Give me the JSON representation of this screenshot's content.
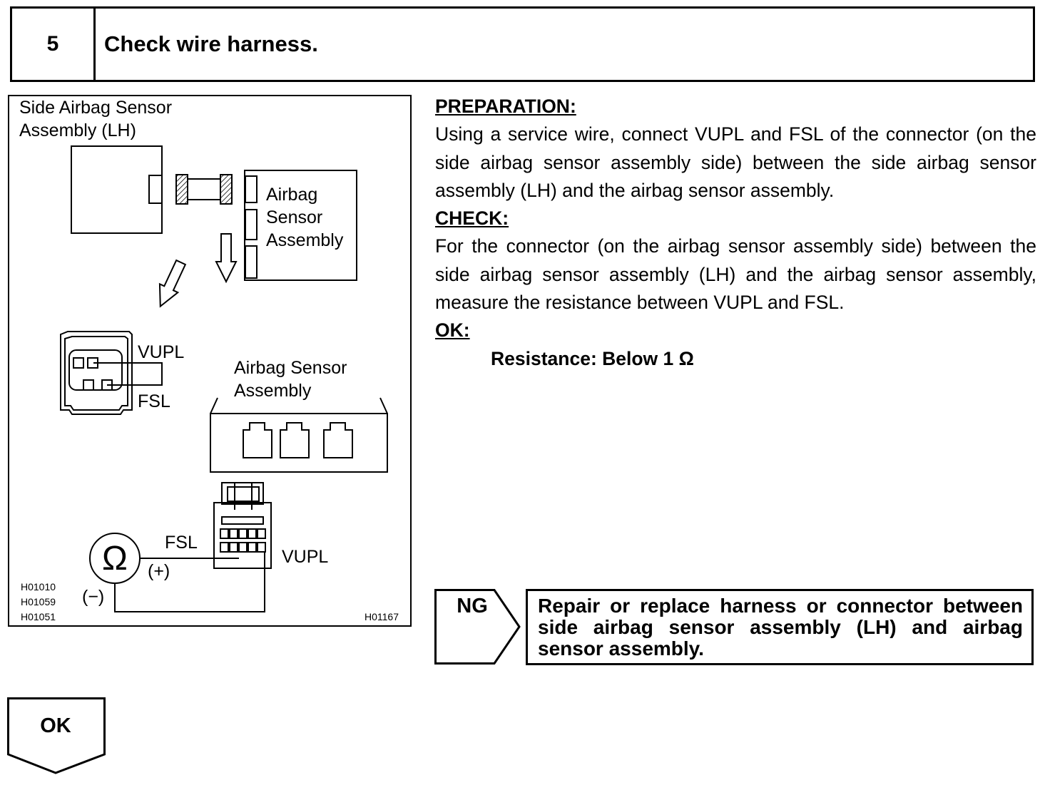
{
  "step": {
    "number": "5",
    "title": "Check wire harness."
  },
  "diagram": {
    "side_sensor_label_line1": "Side Airbag Sensor",
    "side_sensor_label_line2": "Assembly (LH)",
    "airbag_sensor_label_line1": "Airbag",
    "airbag_sensor_label_line2": "Sensor",
    "airbag_sensor_label_line3": "Assembly",
    "vupl_label": "VUPL",
    "fsl_label": "FSL",
    "lower_sensor_label_line1": "Airbag Sensor",
    "lower_sensor_label_line2": "Assembly",
    "meter_fsl_label": "FSL",
    "meter_vupl_label": "VUPL",
    "plus_label": "(+)",
    "minus_label": "(−)",
    "ohm_symbol": "Ω",
    "figure_codes": [
      "H01010",
      "H01059",
      "H01051"
    ],
    "figure_code_right": "H01167"
  },
  "instructions": {
    "preparation_heading": "PREPARATION:",
    "preparation_text": "Using a service wire, connect VUPL and FSL of the connector (on the side airbag sensor assembly side) between the side airbag sensor assembly (LH) and the airbag sensor assembly.",
    "check_heading": "CHECK:",
    "check_text": "For the connector (on the airbag sensor assembly side) between the side airbag sensor assembly (LH) and the airbag sensor assembly, measure the resistance between VUPL and FSL.",
    "ok_heading": "OK:",
    "ok_result": "Resistance: Below 1 Ω"
  },
  "ng": {
    "label": "NG",
    "action": "Repair or replace harness or connector between side airbag sensor assembly (LH) and airbag sensor assembly."
  },
  "ok": {
    "label": "OK"
  }
}
